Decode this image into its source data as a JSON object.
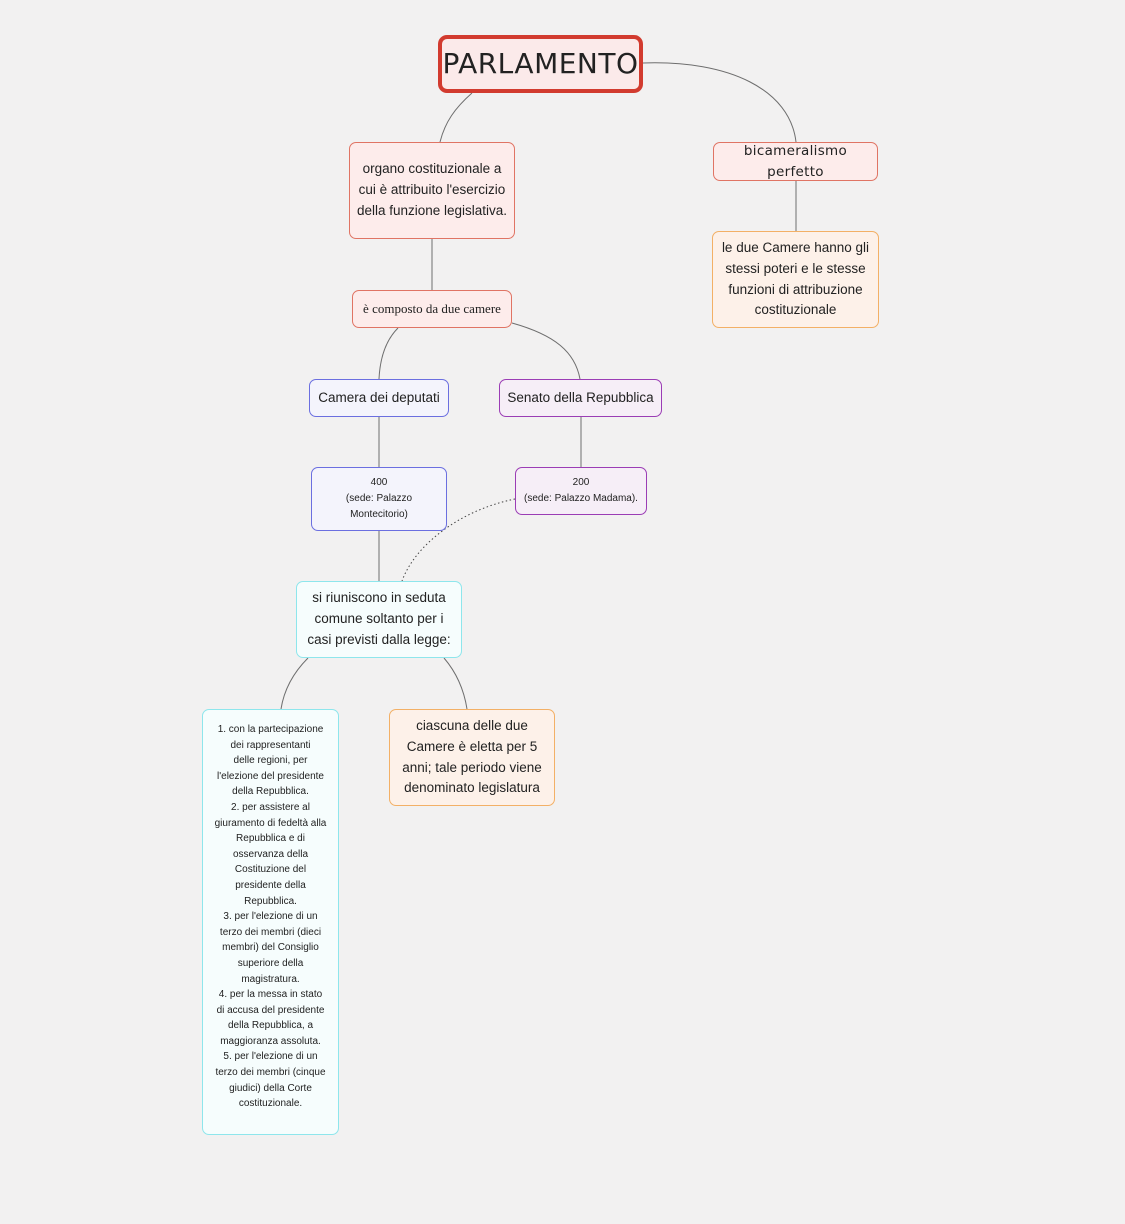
{
  "nodes": {
    "root": "PARLAMENTO",
    "organo": "organo costituzionale a\ncui è attribuito l'esercizio\ndella funzione legislativa.",
    "bicameralismo": "bicameralismo perfetto",
    "poteri": "le due Camere hanno gli\nstessi poteri e le stesse\nfunzioni di attribuzione\ncostituzionale",
    "composto": "è composto da due camere",
    "camera": "Camera dei deputati",
    "senato": "Senato della Repubblica",
    "deputati_num": "400\n(sede: Palazzo\nMontecitorio)",
    "senatori_num": "200\n(sede: Palazzo Madama).",
    "seduta_comune": "si riuniscono in seduta\ncomune soltanto per i\ncasi previsti dalla legge:",
    "casi": "1.    con la partecipazione\ndei rappresentanti\ndelle regioni, per\nl'elezione del presidente\ndella Repubblica.\n2.    per assistere al\ngiuramento di fedeltà alla\nRepubblica e di\nosservanza della\nCostituzione del\npresidente della\nRepubblica.\n3.    per l'elezione di un\nterzo dei membri (dieci\nmembri) del Consiglio\nsuperiore della\nmagistratura.\n4.    per la messa in stato\ndi accusa del presidente\ndella Repubblica, a\nmaggioranza assoluta.\n5.    per l'elezione di un\nterzo dei membri (cinque\ngiudici) della Corte\ncostituzionale.",
    "legislatura": "ciascuna delle due\nCamere è eletta per 5\nanni; tale periodo viene\ndenominato legislatura"
  },
  "colors": {
    "root_border": "#d23b2f",
    "red": "#e07464",
    "orange": "#f3b066",
    "blue": "#6b6fe0",
    "purple": "#9b3db5",
    "cyan": "#8ee6ec",
    "connector": "#6e6e6e",
    "background": "#f2f1f1"
  }
}
